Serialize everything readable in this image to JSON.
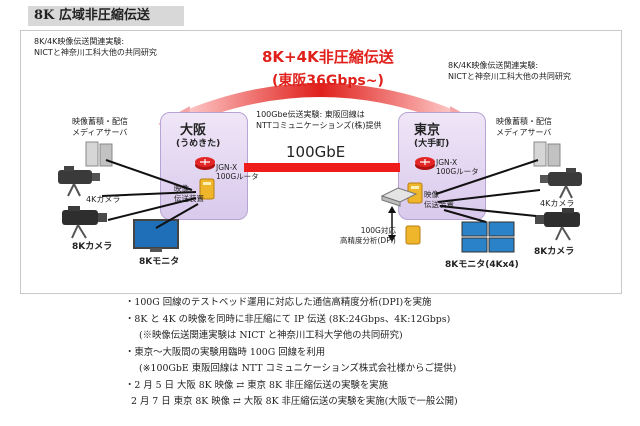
{
  "title": "8K 広域非圧縮伝送",
  "left_note": [
    "8K/4K映像伝送関連実験:",
    "NICTと神奈川工科大他の共同研究"
  ],
  "right_note": [
    "8K/4K映像伝送関連実験:",
    "NICTと神奈川工科大他の共同研究"
  ],
  "arc_title": "8K+4K非圧縮伝送",
  "arc_subtitle": "(東阪36Gbps~)",
  "link_note": [
    "100Gbe伝送実験: 東阪回線は",
    "NTTコミュニケーションズ(株)提供"
  ],
  "link_label": "100GbE",
  "osaka": {
    "name": "大阪",
    "sub": "(うめきた)",
    "router": [
      "JGN-X",
      "100Gルータ"
    ],
    "transmitter": [
      "映像",
      "伝送装置"
    ],
    "server": [
      "映像蓄積・配信",
      "メディアサーバ"
    ],
    "camera4k": "4Kカメラ",
    "camera8k": "8Kカメラ",
    "monitor": "8Kモニタ"
  },
  "tokyo": {
    "name": "東京",
    "sub": "(大手町)",
    "router": [
      "JGN-X",
      "100Gルータ"
    ],
    "transmitter": [
      "映像",
      "伝送装置"
    ],
    "server": [
      "映像蓄積・配信",
      "メディアサーバ"
    ],
    "camera4k": "4Kカメラ",
    "camera8k": "8Kカメラ",
    "monitor": "8Kモニタ(4Kx4)"
  },
  "dpi": [
    "100G対応",
    "高精度分析(DPI)"
  ],
  "bullets": [
    "・100G 回線のテストベッド運用に対応した通信高精度分析(DPI)を実施",
    "・8K と 4K の映像を同時に非圧縮にて IP 伝送 (8K:24Gbps、4K:12Gbps)",
    "(※映像伝送関連実験は NICT と神奈川工科大学他の共同研究)",
    "・東京～大阪間の実験用臨時 100G 回線を利用",
    "(※100GbE 東阪回線は NTT コミュニケーションズ株式会社様からご提供)"
  ],
  "schedule": [
    {
      "date": "・2 月 5 日",
      "from": "大阪 8K 映像",
      "rest": "東京 8K 非圧縮伝送の実験を実施"
    },
    {
      "date": "2 月 7 日",
      "from": "東京 8K 映像",
      "rest": "大阪 8K 非圧縮伝送の実験を実施(大阪で一般公開)"
    }
  ],
  "colors": {
    "accent": "#e0201b",
    "box": "#dccdef",
    "link": "#ef1c1c"
  }
}
